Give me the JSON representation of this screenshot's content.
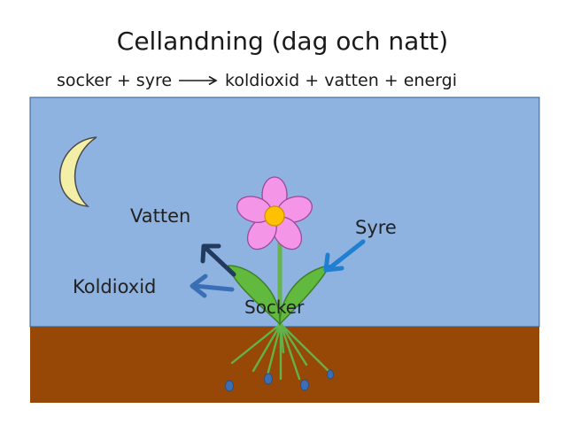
{
  "title": "Cellandning (dag och natt)",
  "equation": {
    "reactants": "socker + syre",
    "products": "koldioxid + vatten + energi"
  },
  "labels": {
    "vatten": "Vatten",
    "syre": "Syre",
    "koldioxid": "Koldioxid",
    "socker": "Socker"
  },
  "colors": {
    "sky": "#8eb3e1",
    "soil": "#984806",
    "moon": "#f4efa6",
    "petal": "#f495e8",
    "flower_center": "#ffc000",
    "leaf": "#61b93e",
    "stem": "#66b44b",
    "arrow_dark": "#223a5e",
    "arrow_light": "#3b6fb5",
    "arrow_blue": "#1f7fd0",
    "water_drop": "#3b6fb5"
  },
  "icons": [
    "moon-icon",
    "flower-icon",
    "arrow-right-icon"
  ]
}
